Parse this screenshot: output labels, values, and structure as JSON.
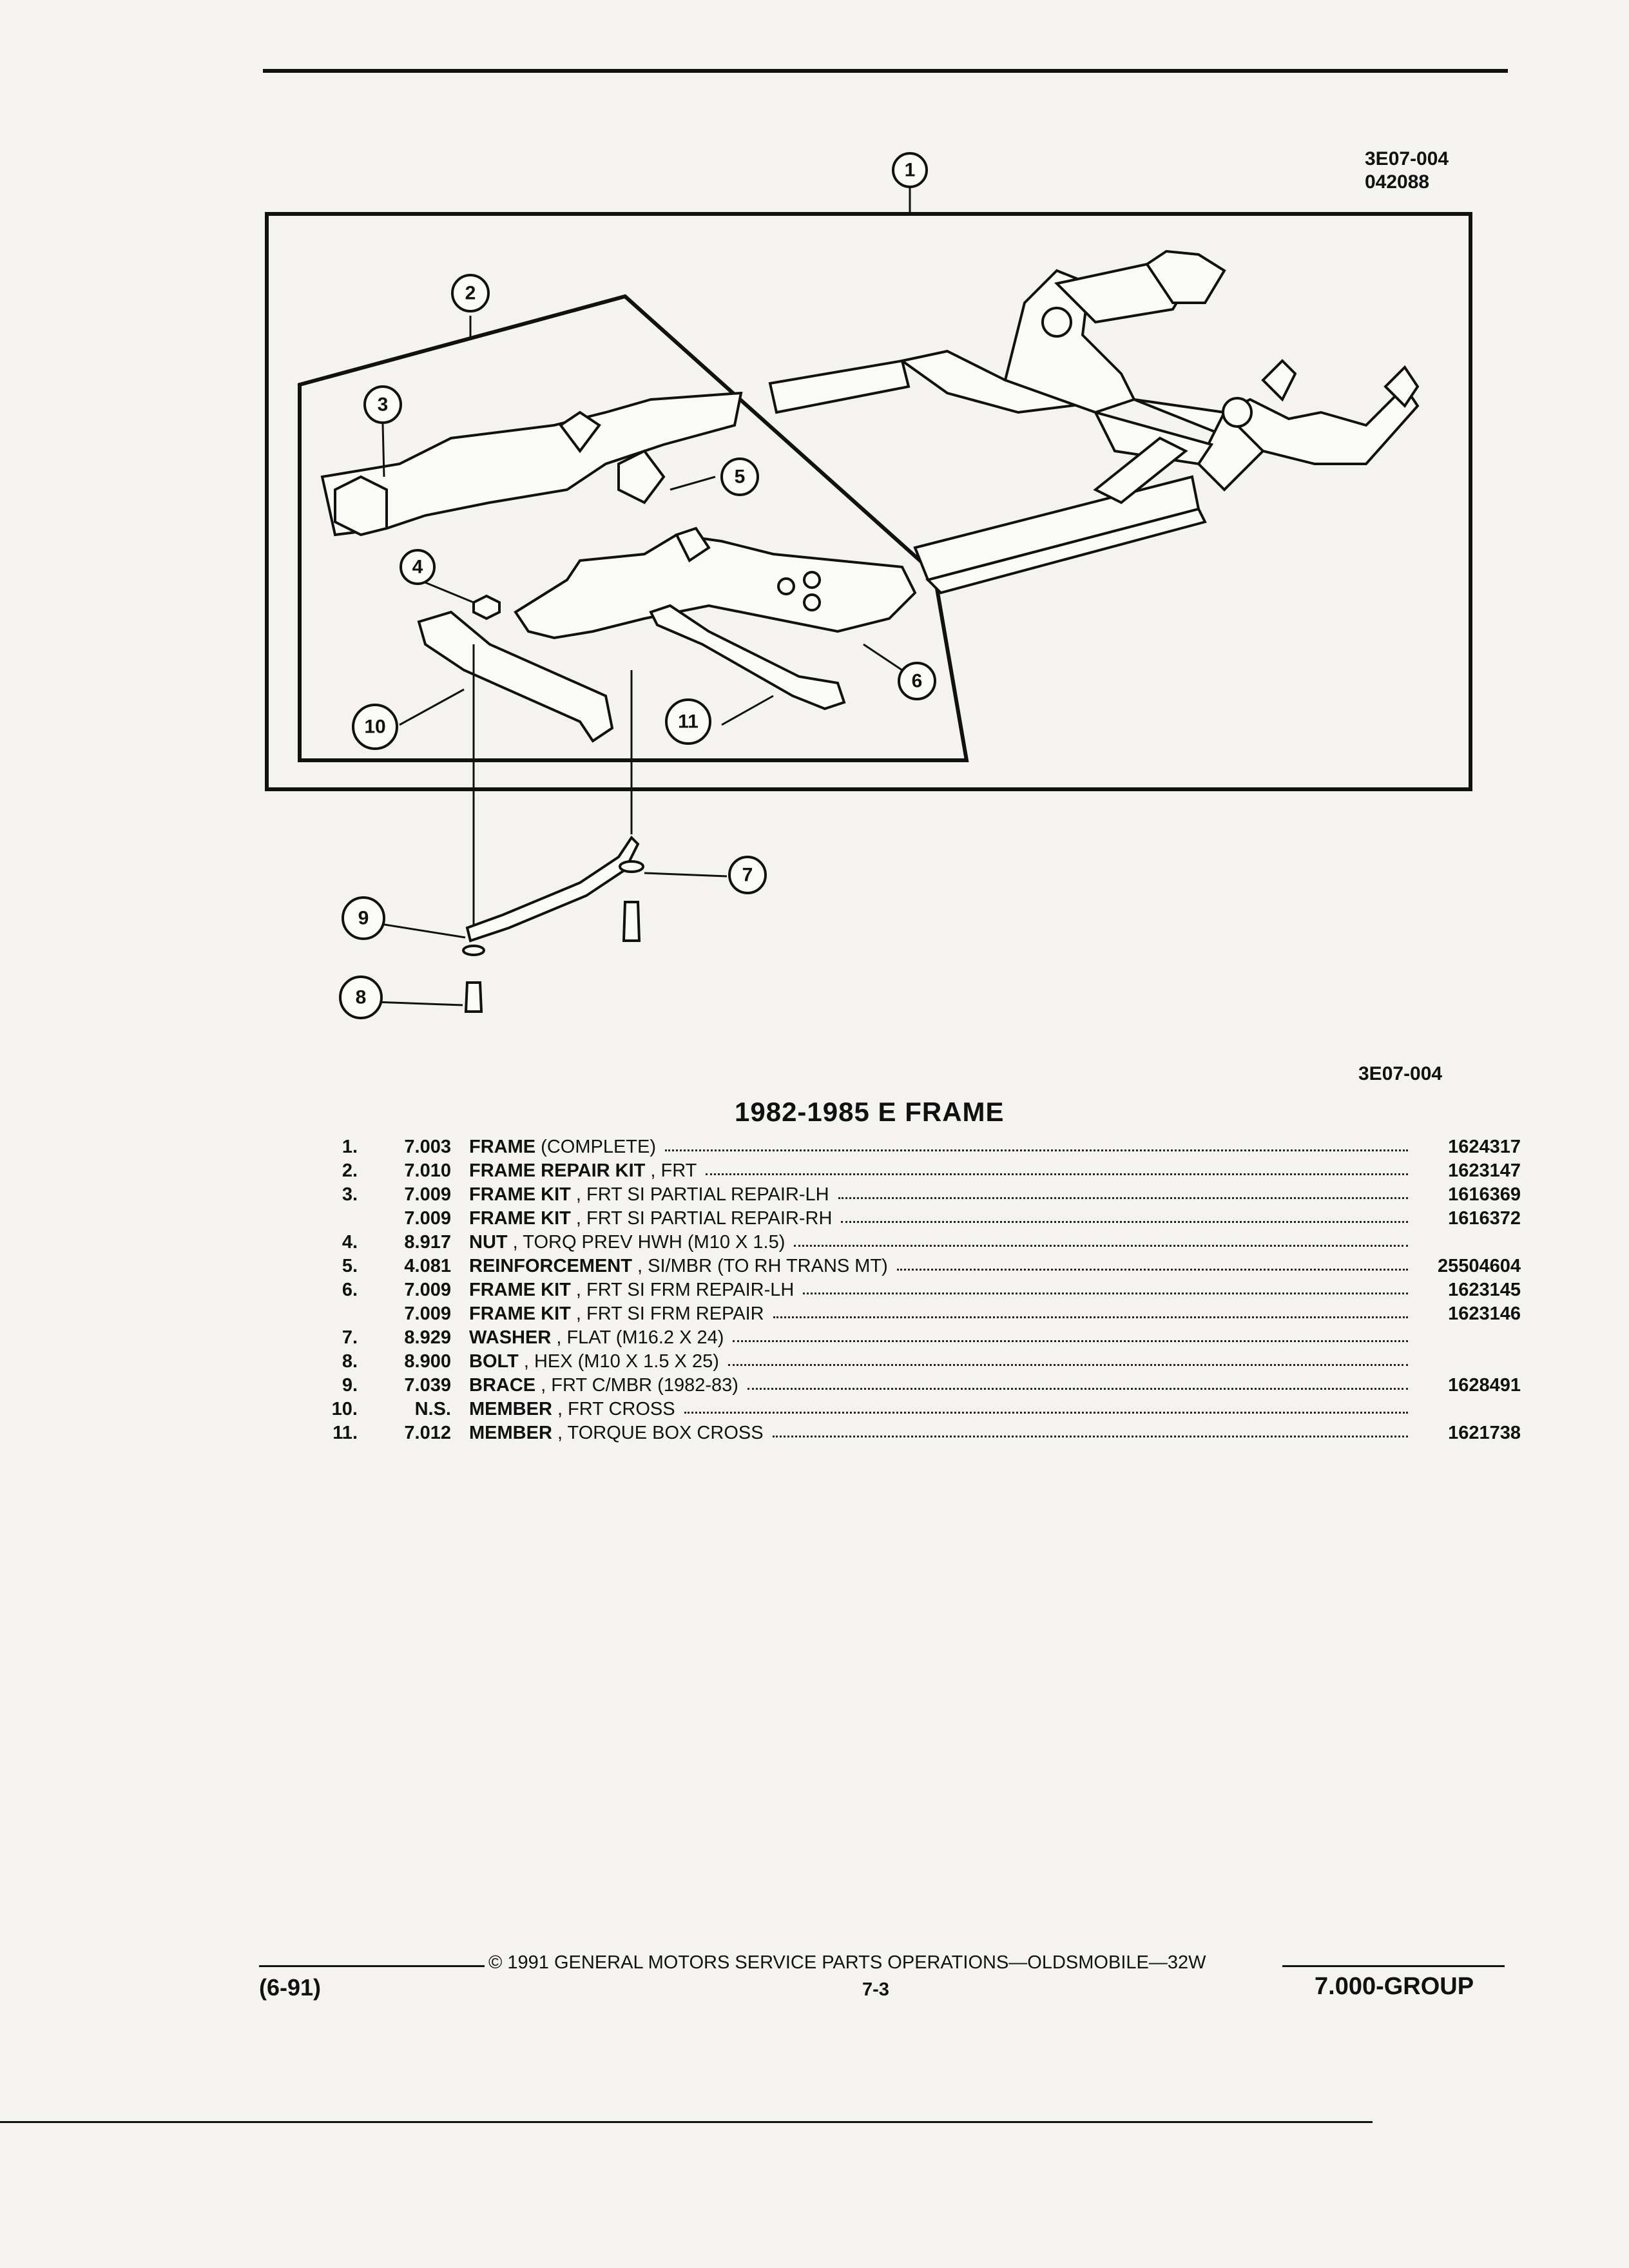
{
  "header": {
    "ref_code": "3E07-004",
    "ref_date": "042088"
  },
  "illustration": {
    "callouts": [
      "1",
      "2",
      "3",
      "4",
      "5",
      "6",
      "7",
      "8",
      "9",
      "10",
      "11"
    ],
    "bottom_code": "3E07-004"
  },
  "title": "1982-1985 E FRAME",
  "parts": [
    {
      "num": "1.",
      "code": "7.003",
      "name": "FRAME",
      "desc": " (COMPLETE)",
      "pn": "1624317"
    },
    {
      "num": "2.",
      "code": "7.010",
      "name": "FRAME REPAIR KIT",
      "desc": " , FRT",
      "pn": "1623147"
    },
    {
      "num": "3.",
      "code": "7.009",
      "name": "FRAME KIT",
      "desc": " , FRT SI PARTIAL REPAIR-LH",
      "pn": "1616369"
    },
    {
      "num": "",
      "code": "7.009",
      "name": "FRAME KIT",
      "desc": " , FRT SI PARTIAL REPAIR-RH",
      "pn": "1616372"
    },
    {
      "num": "4.",
      "code": "8.917",
      "name": "NUT",
      "desc": " , TORQ PREV HWH (M10 X 1.5)",
      "pn": ""
    },
    {
      "num": "5.",
      "code": "4.081",
      "name": "REINFORCEMENT",
      "desc": " , SI/MBR (TO RH TRANS MT)",
      "pn": "25504604"
    },
    {
      "num": "6.",
      "code": "7.009",
      "name": "FRAME KIT",
      "desc": " , FRT SI FRM REPAIR-LH",
      "pn": "1623145"
    },
    {
      "num": "",
      "code": "7.009",
      "name": "FRAME KIT",
      "desc": " , FRT SI FRM REPAIR",
      "pn": "1623146"
    },
    {
      "num": "7.",
      "code": "8.929",
      "name": "WASHER",
      "desc": " , FLAT (M16.2 X 24)",
      "pn": ""
    },
    {
      "num": "8.",
      "code": "8.900",
      "name": "BOLT",
      "desc": " , HEX (M10 X 1.5 X 25)",
      "pn": ""
    },
    {
      "num": "9.",
      "code": "7.039",
      "name": "BRACE",
      "desc": " , FRT C/MBR (1982-83)",
      "pn": "1628491"
    },
    {
      "num": "10.",
      "code": "N.S.",
      "name": "MEMBER",
      "desc": " , FRT CROSS",
      "pn": ""
    },
    {
      "num": "11.",
      "code": "7.012",
      "name": "MEMBER",
      "desc": " , TORQUE BOX CROSS",
      "pn": "1621738"
    }
  ],
  "footer": {
    "copyright": "© 1991 GENERAL MOTORS SERVICE PARTS OPERATIONS—OLDSMOBILE—32W",
    "date_code": "(6-91)",
    "page": "7-3",
    "group": "7.000-GROUP"
  }
}
